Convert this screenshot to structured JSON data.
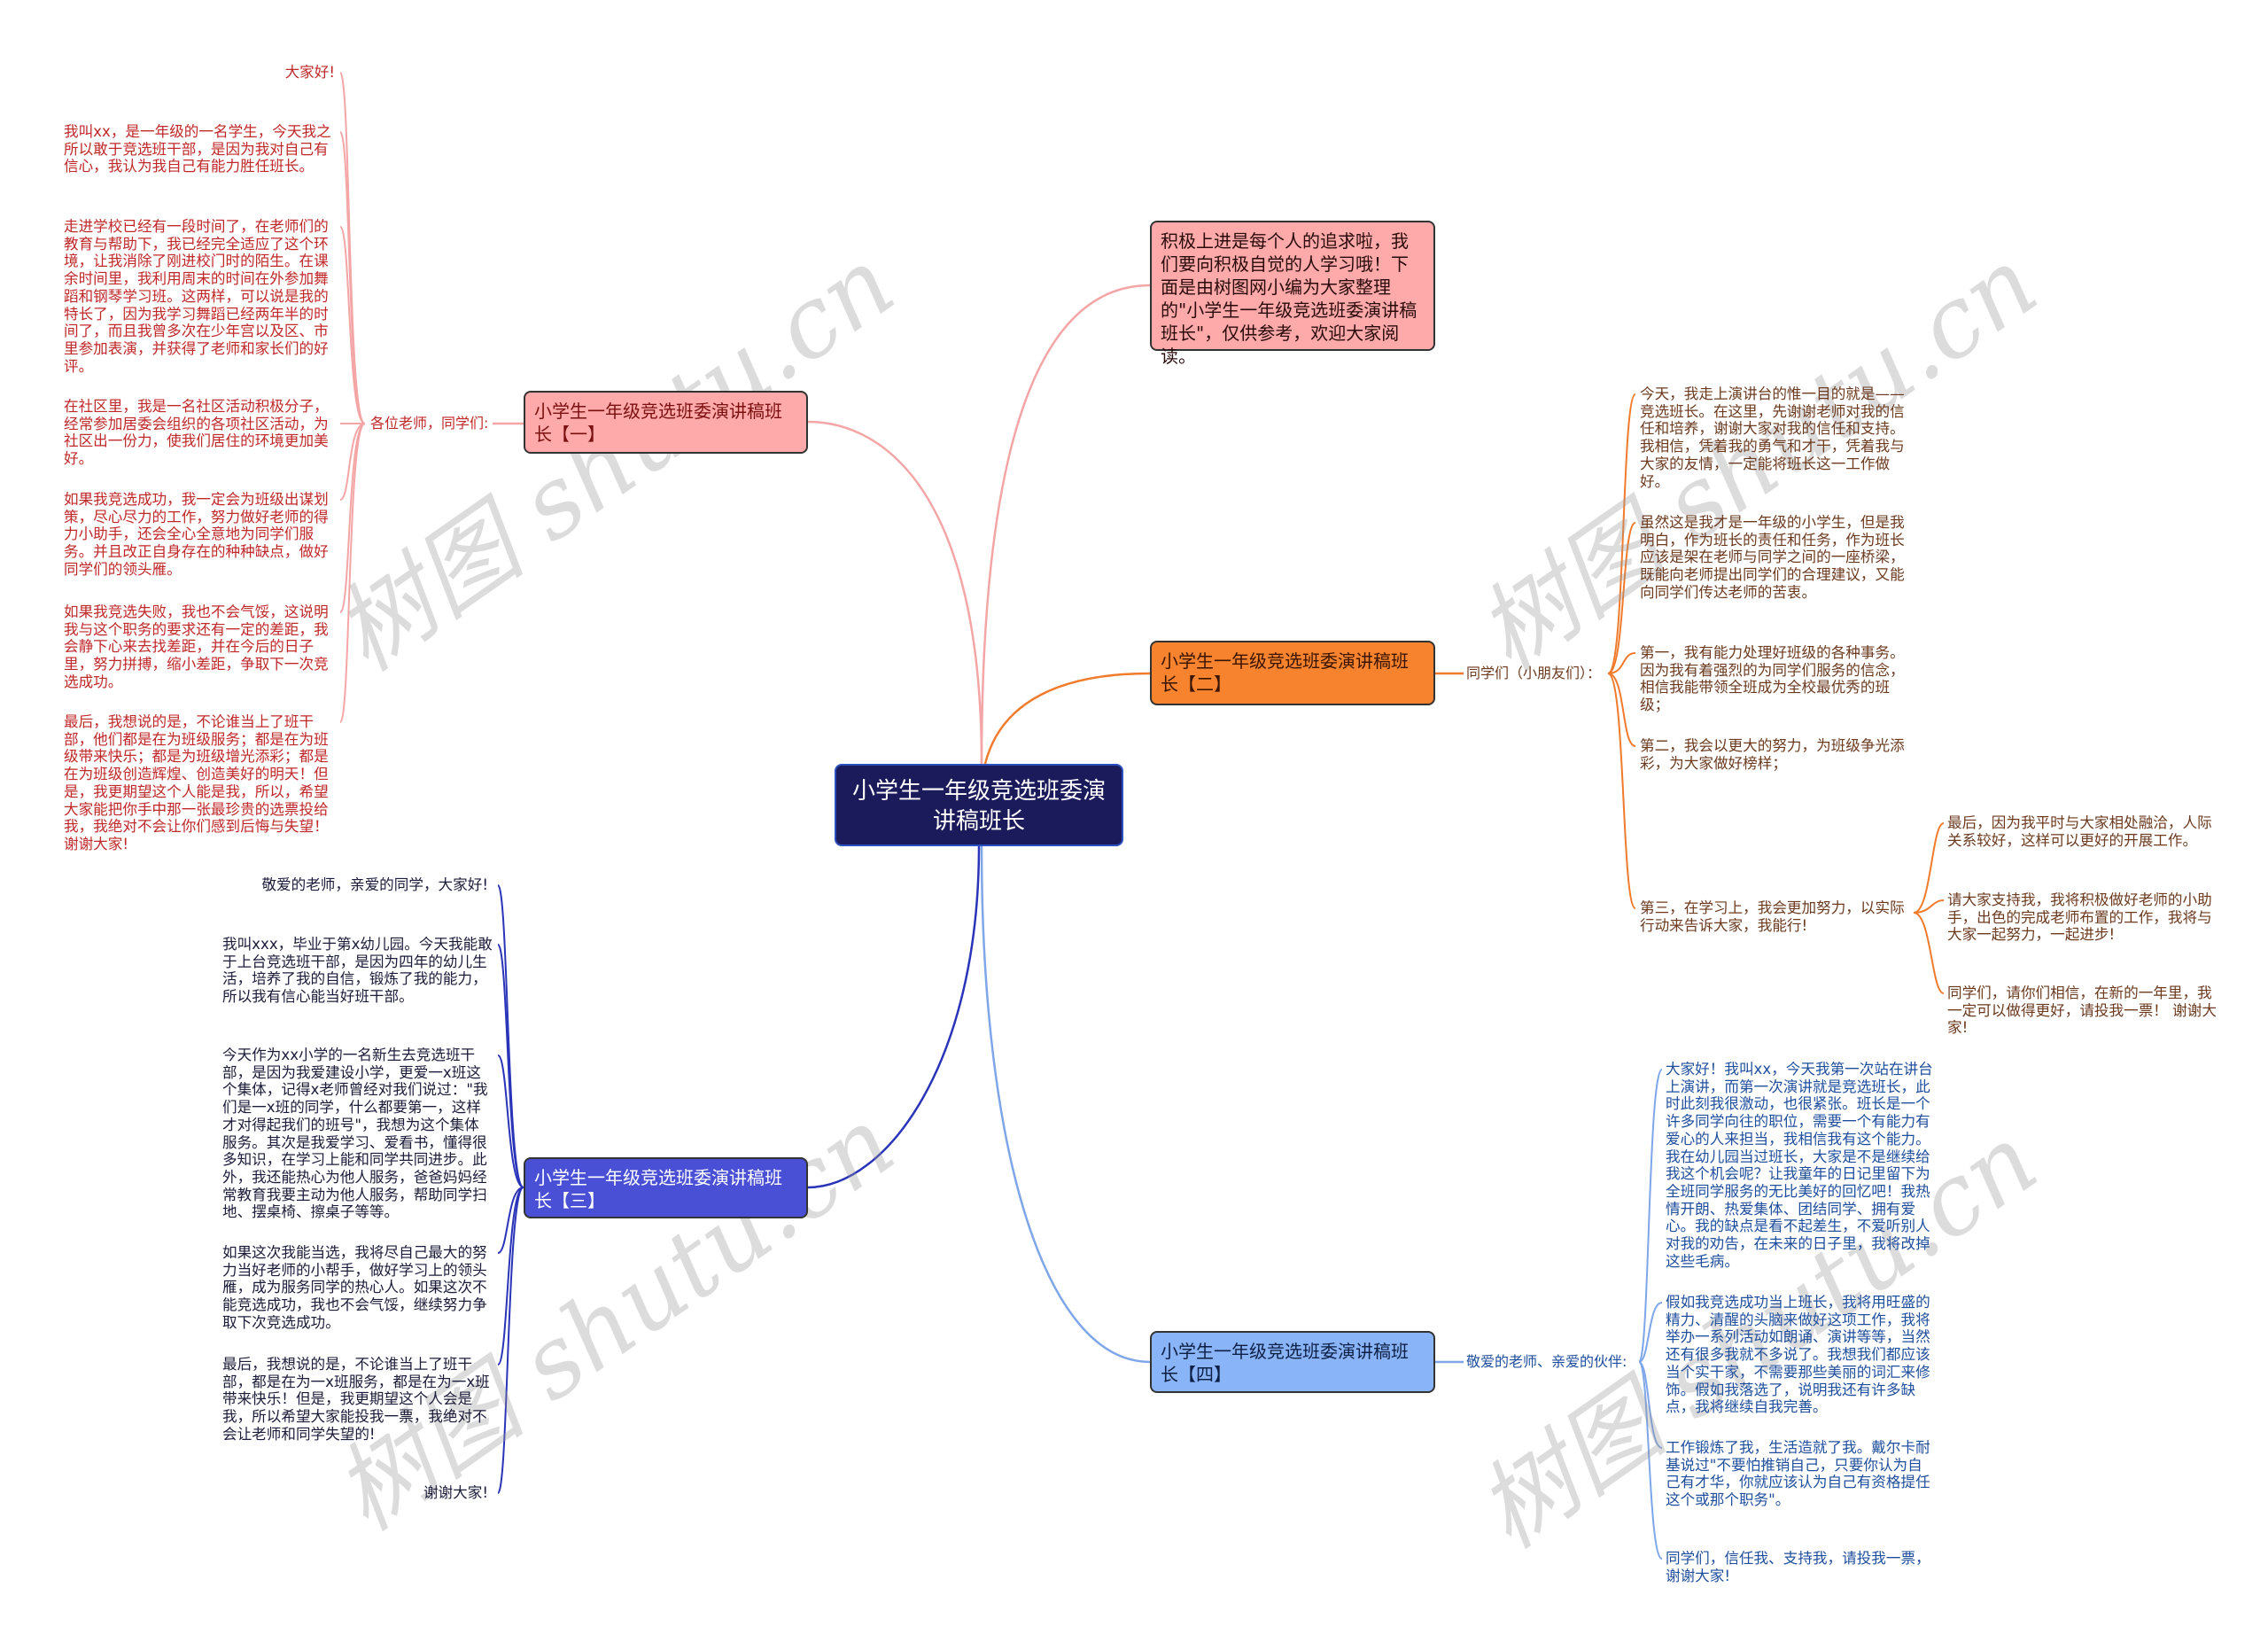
{
  "center": {
    "title": "小学生一年级竞选班委演讲稿班长"
  },
  "intro": {
    "text": "积极上进是每个人的追求啦，我们要向积极自觉的人学习哦！下面是由树图网小编为大家整理的\"小学生一年级竞选班委演讲稿班长\"，仅供参考，欢迎大家阅读。"
  },
  "branch1": {
    "title": "小学生一年级竞选班委演讲稿班长【一】",
    "label": "各位老师，同学们:",
    "items": [
      "大家好!",
      "我叫xx，是一年级的一名学生，今天我之所以敢于竞选班干部，是因为我对自己有信心，我认为我自己有能力胜任班长。",
      "走进学校已经有一段时间了，在老师们的教育与帮助下，我已经完全适应了这个环境，让我消除了刚进校门时的陌生。在课余时间里，我利用周末的时间在外参加舞蹈和钢琴学习班。这两样，可以说是我的特长了，因为我学习舞蹈已经两年半的时间了，而且我曾多次在少年宫以及区、市里参加表演，并获得了老师和家长们的好评。",
      "在社区里，我是一名社区活动积极分子，经常参加居委会组织的各项社区活动，为社区出一份力，使我们居住的环境更加美好。",
      "如果我竞选成功，我一定会为班级出谋划策，尽心尽力的工作，努力做好老师的得力小助手，还会全心全意地为同学们服务。并且改正自身存在的种种缺点，做好同学们的领头雁。",
      "如果我竞选失败，我也不会气馁，这说明我与这个职务的要求还有一定的差距，我会静下心来去找差距，并在今后的日子里，努力拼搏，缩小差距，争取下一次竞选成功。",
      "最后，我想说的是，不论谁当上了班干部，他们都是在为班级服务；都是在为班级带来快乐；都是为班级增光添彩；都是在为班级创造辉煌、创造美好的明天！但是，我更期望这个人能是我，所以，希望大家能把你手中那一张最珍贵的选票投给我，我绝对不会让你们感到后悔与失望！谢谢大家!"
    ]
  },
  "branch2": {
    "title": "小学生一年级竞选班委演讲稿班长【二】",
    "label": "同学们（小朋友们）：",
    "items": [
      "今天，我走上演讲台的惟一目的就是——竞选班长。在这里，先谢谢老师对我的信任和培养，谢谢大家对我的信任和支持。我相信，凭着我的勇气和才干，凭着我与大家的友情，一定能将班长这一工作做好。",
      "虽然这是我才是一年级的小学生，但是我明白，作为班长的责任和任务，作为班长应该是架在老师与同学之间的一座桥梁，既能向老师提出同学们的合理建议，又能向同学们传达老师的苦衷。",
      "第一，我有能力处理好班级的各种事务。因为我有着强烈的为同学们服务的信念，相信我能带领全班成为全校最优秀的班级；",
      "第二，我会以更大的努力，为班级争光添彩，为大家做好榜样；",
      "第三，在学习上，我会更加努力，以实际行动来告诉大家，我能行!"
    ],
    "subitems": [
      "最后，因为我平时与大家相处融洽，人际关系较好，这样可以更好的开展工作。",
      "请大家支持我，我将积极做好老师的小助手，出色的完成老师布置的工作，我将与大家一起努力，一起进步!",
      "同学们，请你们相信，在新的一年里，我一定可以做得更好，请投我一票！ 谢谢大家!"
    ]
  },
  "branch3": {
    "title": "小学生一年级竞选班委演讲稿班长【三】",
    "items": [
      "敬爱的老师，亲爱的同学，大家好!",
      "我叫xxx，毕业于第x幼儿园。今天我能敢于上台竞选班干部，是因为四年的幼儿生活，培养了我的自信，锻炼了我的能力，所以我有信心能当好班干部。",
      "今天作为xx小学的一名新生去竞选班干部，是因为我爱建设小学，更爱一x班这个集体，记得x老师曾经对我们说过：\"我们是一x班的同学，什么都要第一，这样才对得起我们的班号\"，我想为这个集体服务。其次是我爱学习、爱看书，懂得很多知识，在学习上能和同学共同进步。此外，我还能热心为他人服务，爸爸妈妈经常教育我要主动为他人服务，帮助同学扫地、摆桌椅、擦桌子等等。",
      "如果这次我能当选，我将尽自己最大的努力当好老师的小帮手，做好学习上的领头雁，成为服务同学的热心人。如果这次不能竞选成功，我也不会气馁，继续努力争取下次竞选成功。",
      "最后，我想说的是，不论谁当上了班干部，都是在为一x班服务，都是在为一x班带来快乐！但是，我更期望这个人会是我，所以希望大家能投我一票，我绝对不会让老师和同学失望的!",
      "谢谢大家!"
    ]
  },
  "branch4": {
    "title": "小学生一年级竞选班委演讲稿班长【四】",
    "label": "敬爱的老师、亲爱的伙伴:",
    "items": [
      "大家好！我叫xx，今天我第一次站在讲台上演讲，而第一次演讲就是竞选班长，此时此刻我很激动，也很紧张。班长是一个许多同学向往的职位，需要一个有能力有爱心的人来担当，我相信我有这个能力。我在幼儿园当过班长，大家是不是继续给我这个机会呢？让我童年的日记里留下为全班同学服务的无比美好的回忆吧！我热情开朗、热爱集体、团结同学、拥有爱心。我的缺点是看不起差生，不爱听别人对我的劝告，在未来的日子里，我将改掉这些毛病。",
      "假如我竞选成功当上班长，我将用旺盛的精力、清醒的头脑来做好这项工作，我将举办一系列活动如朗诵、演讲等等，当然还有很多我就不多说了。我想我们都应该当个实干家，不需要那些美丽的词汇来修饰。假如我落选了，说明我还有许多缺点，我将继续自我完善。",
      "工作锻炼了我，生活造就了我。戴尔卡耐基说过\"不要怕推销自己，只要你认为自己有才华，你就应该认为自己有资格提任这个或那个职务\"。",
      "同学们，信任我、支持我，请投我一票，谢谢大家!"
    ]
  },
  "watermark": "树图 shutu.cn",
  "colors": {
    "branch1": "#f4a6a6",
    "branch2": "#f07b2c",
    "branch3": "#2a34b8",
    "branch4": "#7ea6e8",
    "center": "#1b1a5a"
  }
}
